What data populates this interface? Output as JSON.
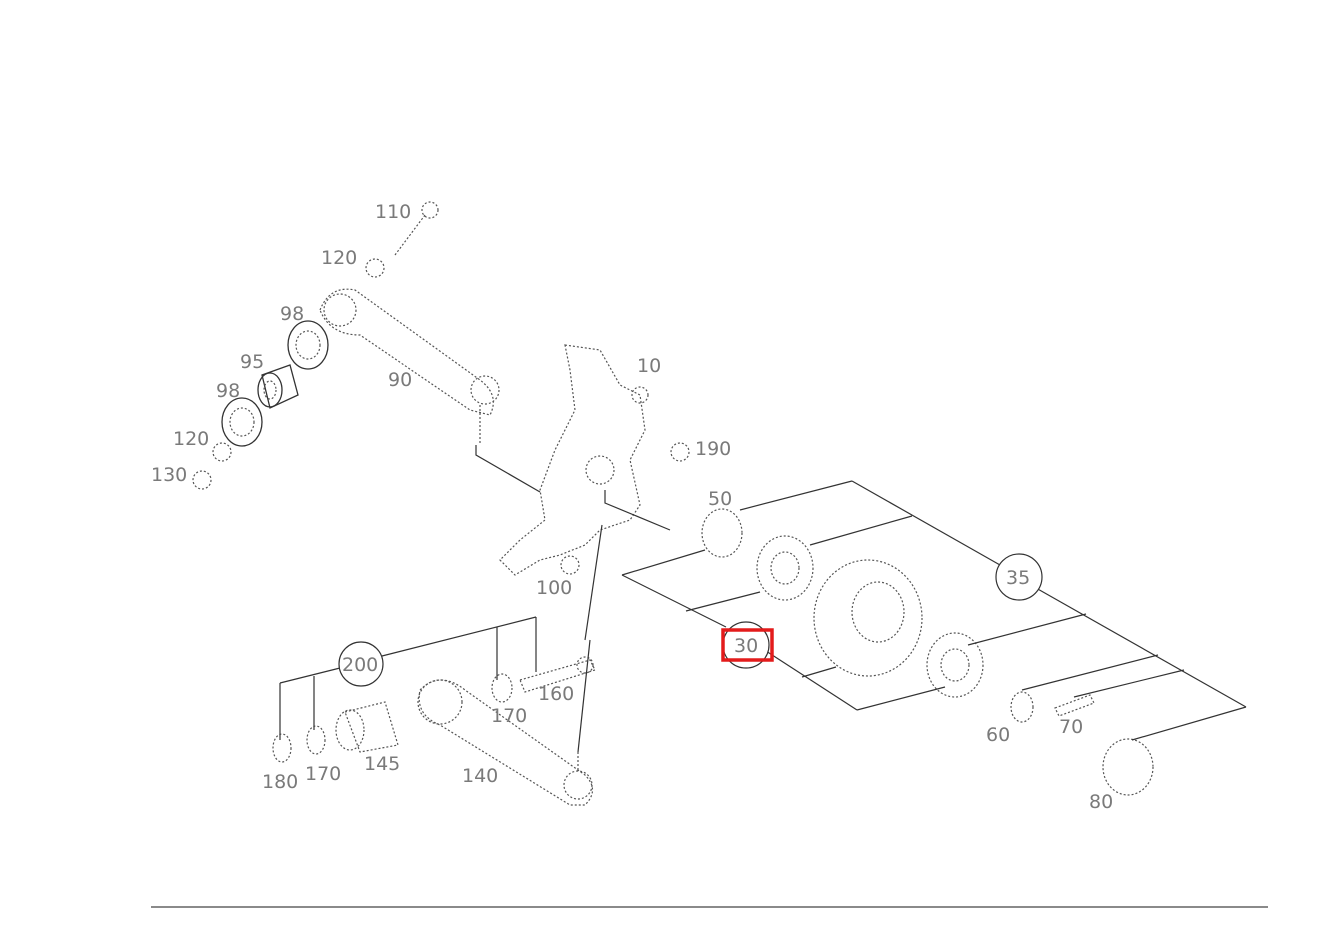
{
  "diagram": {
    "labels": {
      "l110": "110",
      "l120a": "120",
      "l98a": "98",
      "l95": "95",
      "l98b": "98",
      "l90": "90",
      "l120b": "120",
      "l130": "130",
      "l10": "10",
      "l190": "190",
      "l50": "50",
      "l35": "35",
      "l100": "100",
      "l30": "30",
      "l200": "200",
      "l160": "160",
      "l170a": "170",
      "l60": "60",
      "l70": "70",
      "l145": "145",
      "l180": "180",
      "l170b": "170",
      "l140": "140",
      "l80": "80"
    },
    "highlighted_callout": "30",
    "highlight_color": "#e31b1b"
  }
}
